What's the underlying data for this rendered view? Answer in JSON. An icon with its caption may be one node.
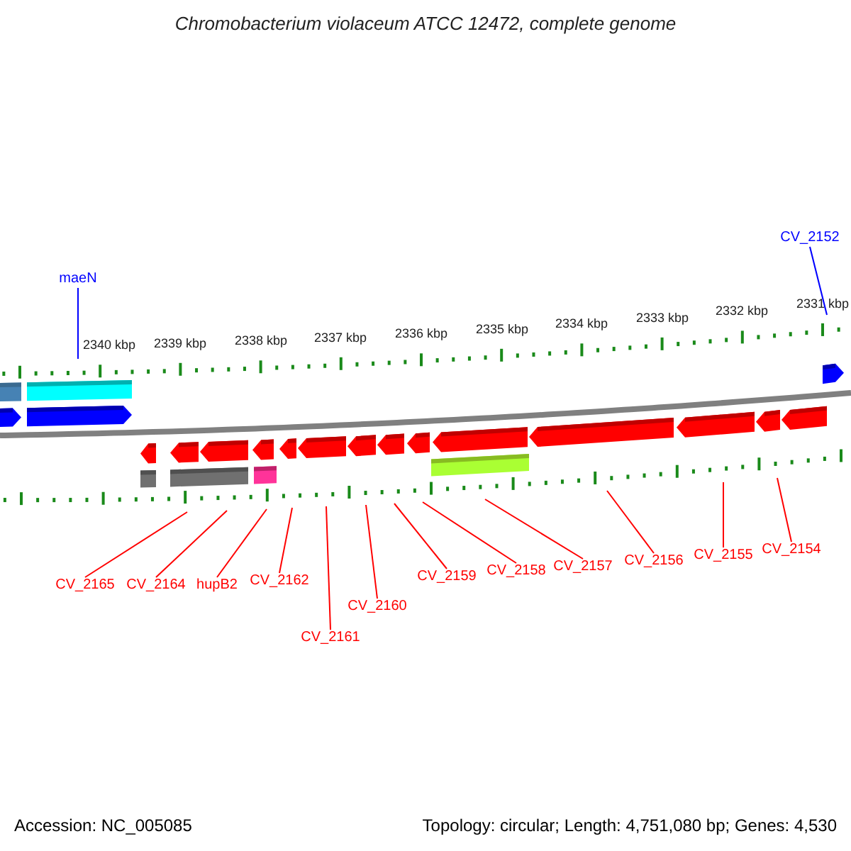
{
  "diagram": {
    "title": "Chromobacterium violaceum ATCC 12472, complete genome",
    "nodes": [
      {
        "text": [
          "maeN"
        ]
      },
      {
        "text": [
          "CV_2152"
        ]
      },
      {
        "text": [
          "CV_2165"
        ]
      },
      {
        "text": [
          "CV_2164"
        ]
      },
      {
        "text": [
          "hupB2"
        ]
      },
      {
        "text": [
          "CV_2162"
        ]
      },
      {
        "text": [
          "CV_2161"
        ]
      },
      {
        "text": [
          "CV_2160"
        ]
      },
      {
        "text": [
          "CV_2159"
        ]
      },
      {
        "text": [
          "CV_2158"
        ]
      },
      {
        "text": [
          "CV_2157"
        ]
      },
      {
        "text": [
          "CV_2156"
        ]
      },
      {
        "text": [
          "CV_2155"
        ]
      },
      {
        "text": [
          "CV_2154"
        ]
      },
      {
        "text": [],
        "shape": "bar"
      },
      {
        "text": [],
        "shape": "bar"
      }
    ],
    "edges": [
      {
        "from": 0,
        "to": 14,
        "arrow": "none",
        "color": "#0000ff"
      },
      {
        "from": 1,
        "to": 14,
        "arrow": "none",
        "color": "#0000ff"
      },
      {
        "from": 2,
        "to": 15,
        "arrow": "none"
      },
      {
        "from": 3,
        "to": 15,
        "arrow": "none"
      },
      {
        "from": 4,
        "to": 15,
        "arrow": "none"
      },
      {
        "from": 5,
        "to": 15,
        "arrow": "none"
      },
      {
        "from": 6,
        "to": 15,
        "arrow": "none"
      },
      {
        "from": 7,
        "to": 15,
        "arrow": "none"
      },
      {
        "from": 8,
        "to": 15,
        "arrow": "none"
      },
      {
        "from": 9,
        "to": 15,
        "arrow": "none"
      },
      {
        "from": 10,
        "to": 15,
        "arrow": "none"
      },
      {
        "from": 11,
        "to": 15,
        "arrow": "none"
      },
      {
        "from": 12,
        "to": 15,
        "arrow": "none"
      },
      {
        "from": 13,
        "to": 15,
        "arrow": "none"
      }
    ],
    "labels": [
      "2340 kbp",
      "2339 kbp",
      "2338 kbp",
      "2337 kbp",
      "2336 kbp",
      "2335 kbp",
      "2334 kbp",
      "2333 kbp",
      "2332 kbp",
      "2331 kbp",
      "Accession: NC_005085",
      "Topology: circular; Length: 4,751,080 bp; Genes: 4,530"
    ]
  }
}
